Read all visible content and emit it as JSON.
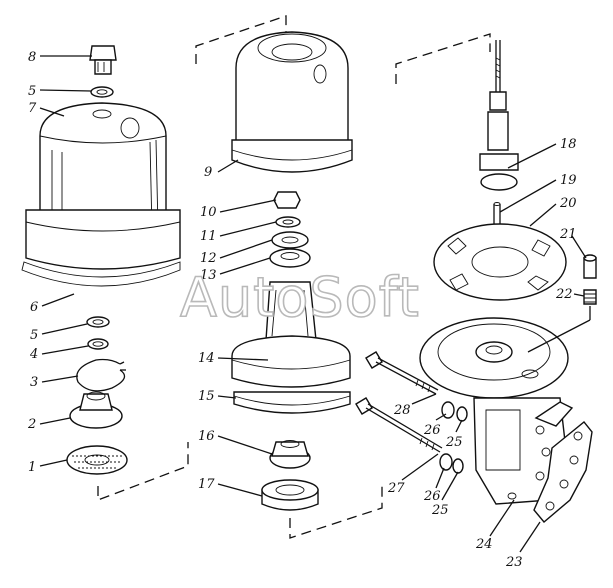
{
  "watermark": "AutoSoft",
  "callouts": {
    "c1": "1",
    "c2": "2",
    "c3": "3",
    "c4": "4",
    "c5a": "5",
    "c5b": "5",
    "c6": "6",
    "c7": "7",
    "c8": "8",
    "c9": "9",
    "c10": "10",
    "c11": "11",
    "c12": "12",
    "c13": "13",
    "c14": "14",
    "c15": "15",
    "c16": "16",
    "c17": "17",
    "c18": "18",
    "c19": "19",
    "c20": "20",
    "c21": "21",
    "c22": "22",
    "c23": "23",
    "c24": "24",
    "c25a": "25",
    "c25b": "25",
    "c26a": "26",
    "c26b": "26",
    "c27": "27",
    "c28": "28"
  }
}
